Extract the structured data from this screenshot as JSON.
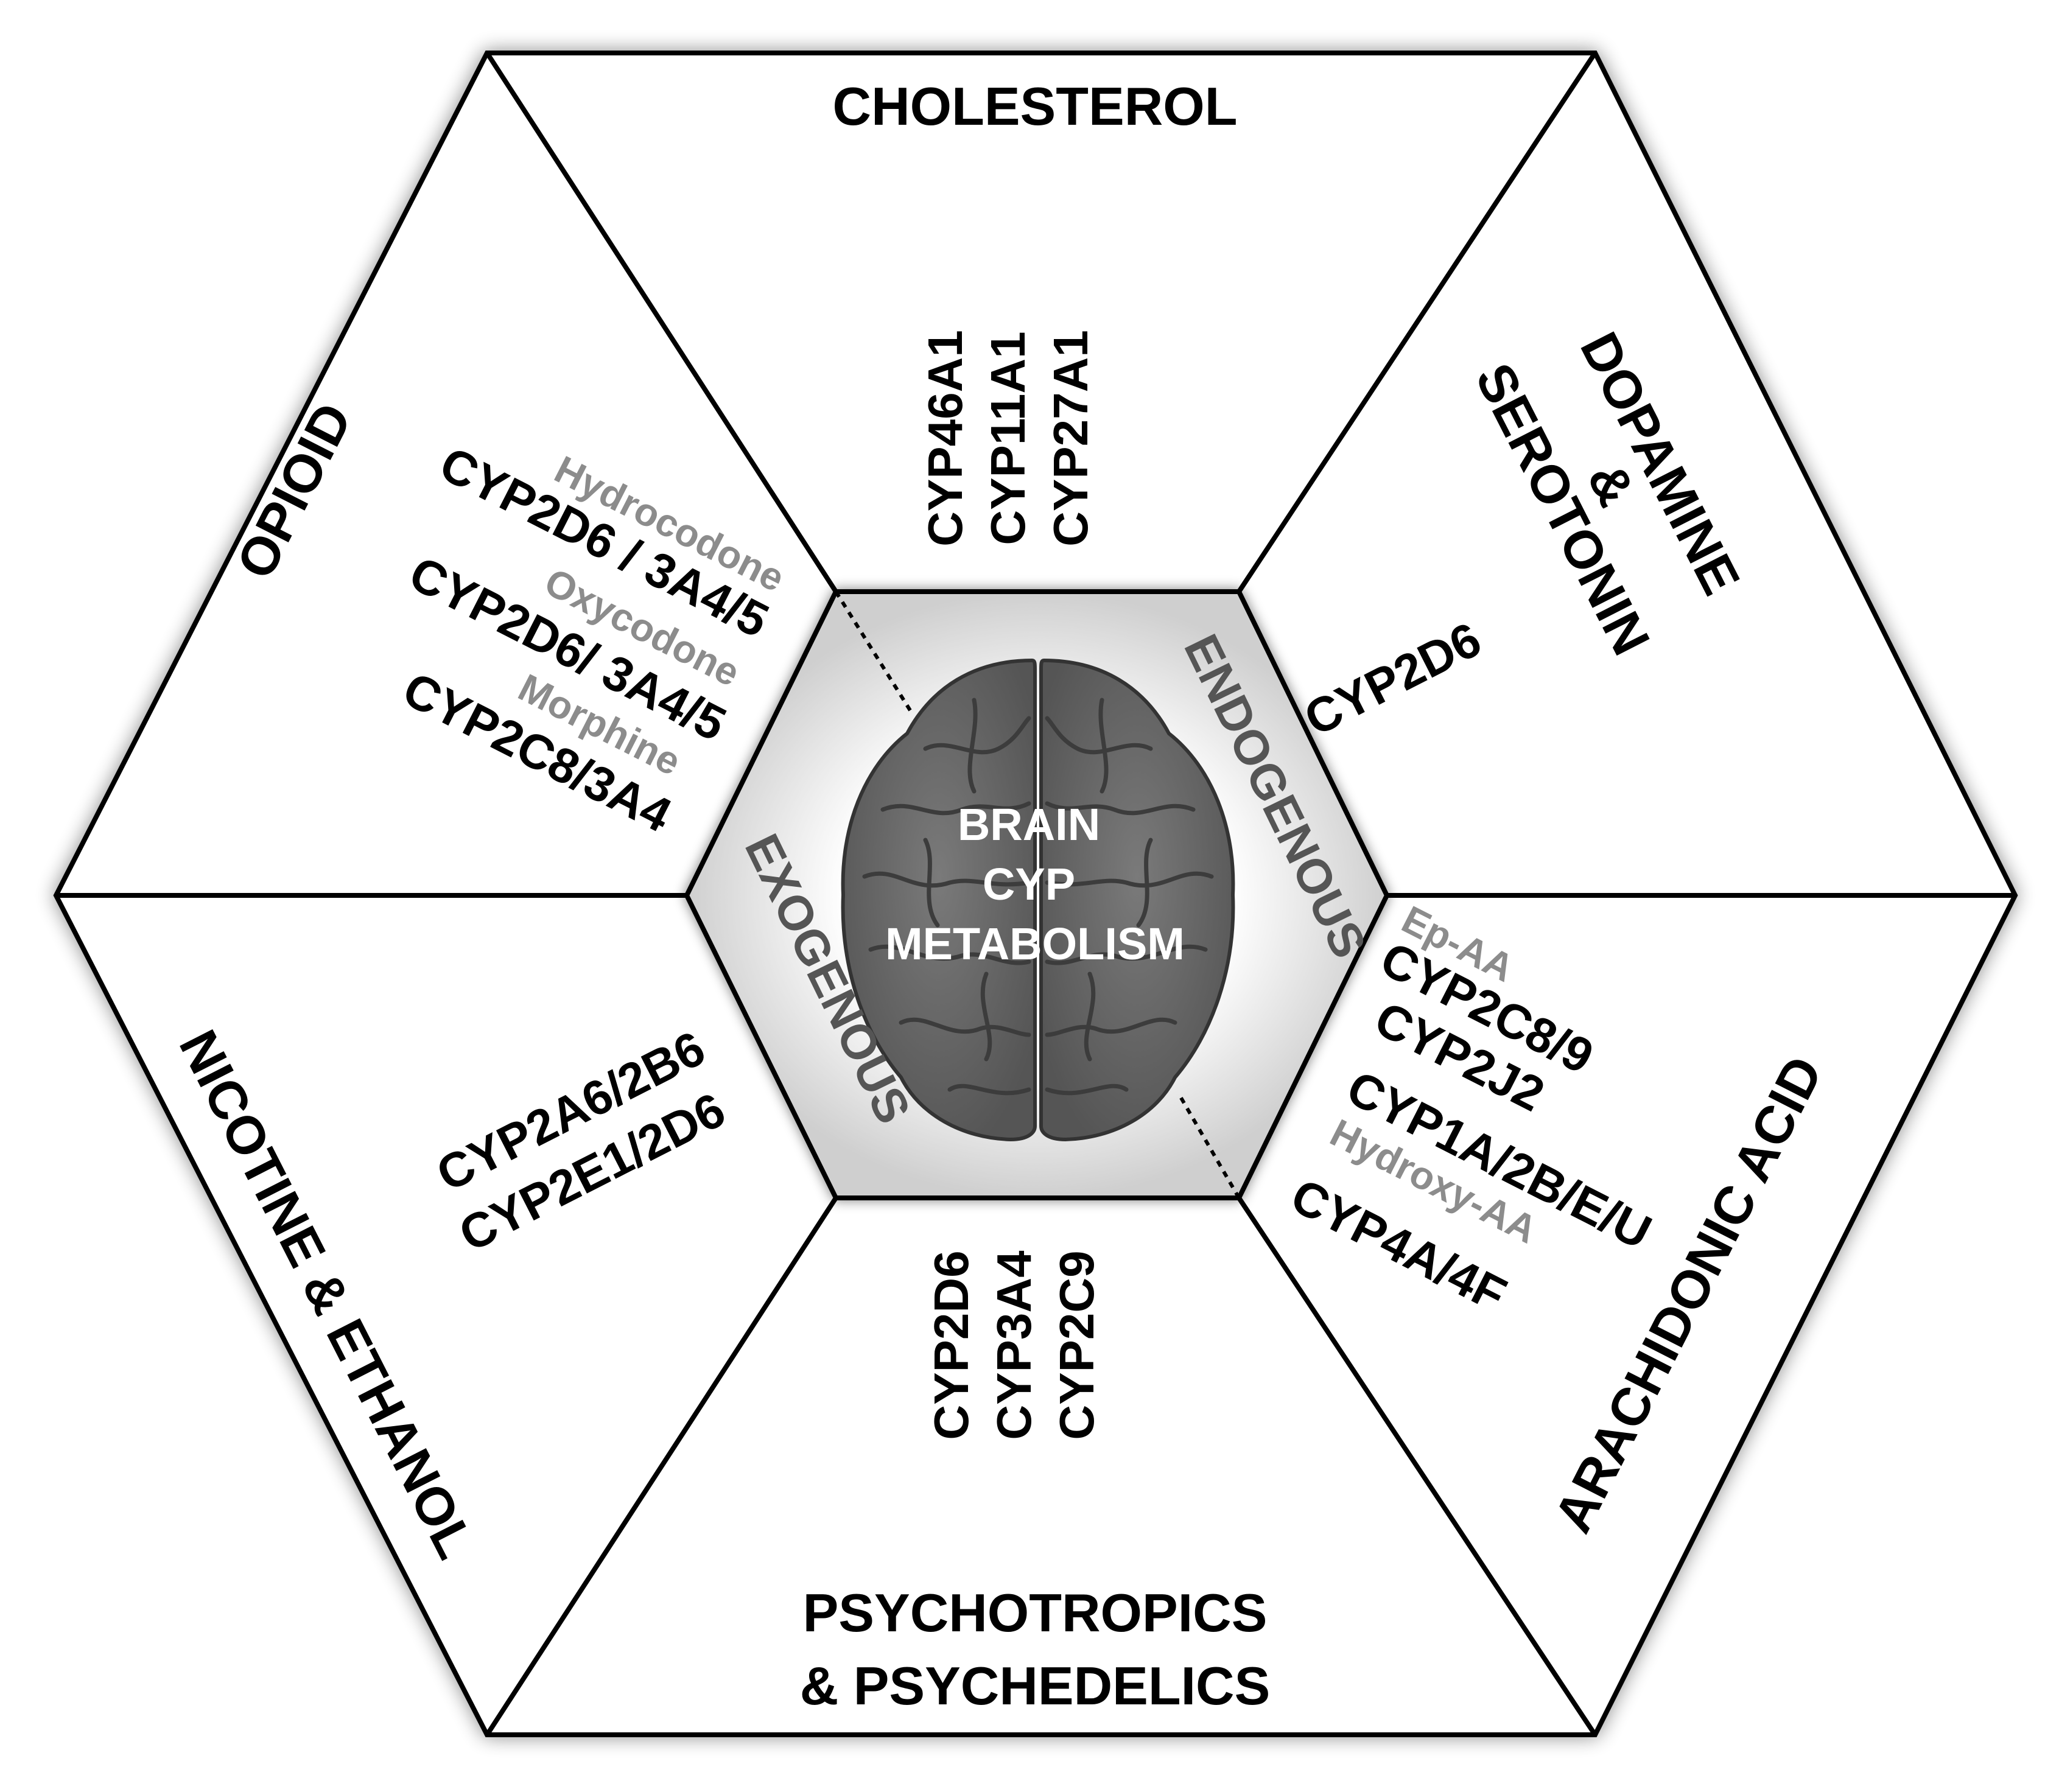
{
  "center": {
    "line1": "BRAIN",
    "line2": "CYP",
    "line3": "METABOLISM"
  },
  "ring_labels": {
    "endogenous": "ENDOGENOUS",
    "exogenous": "EXOGENOUS"
  },
  "sections": {
    "cholesterol": {
      "title": "CHOLESTEROL",
      "enzymes": [
        "CYP46A1",
        "CYP11A1",
        "CYP27A1"
      ]
    },
    "dopamine_serotonin": {
      "title_line1": "DOPAMINE",
      "title_line2": "&",
      "title_line3": "SEROTONIN",
      "enzyme": "CYP2D6"
    },
    "arachidonic_acid": {
      "title": "ARACHIDONIC ACID",
      "sub1": "Ep-AA",
      "enz1": "CYP2C8/9",
      "enz2": "CYP2J2",
      "enz3": "CYP1A/2B/E/U",
      "sub2": "Hydroxy-AA",
      "enz4": "CYP4A/4F"
    },
    "psychotropics": {
      "title_line1": "PSYCHOTROPICS",
      "title_line2": "& PSYCHEDELICS",
      "enzymes": [
        "CYP2D6",
        "CYP3A4",
        "CYP2C9"
      ]
    },
    "nicotine_ethanol": {
      "title": "NICOTINE & ETHANOL",
      "enz1": "CYP2A6/2B6",
      "enz2": "CYP2E1/2D6"
    },
    "opioid": {
      "title": "OPIOID",
      "drug1": "Hydrocodone",
      "enz1": "CYP2D6 / 3A4/5",
      "drug2": "Oxycodone",
      "enz2": "CYP2D6/ 3A4/5",
      "drug3": "Morphine",
      "enz3": "CYP2C8/3A4"
    }
  },
  "colors": {
    "outline": "#000000",
    "brain_fill": "#6e6e6e",
    "brain_dark": "#4a4a4a",
    "ring_fill": "#d9d9d9",
    "subtitle_gray": "#8c8c8c",
    "ring_text": "#555555"
  }
}
